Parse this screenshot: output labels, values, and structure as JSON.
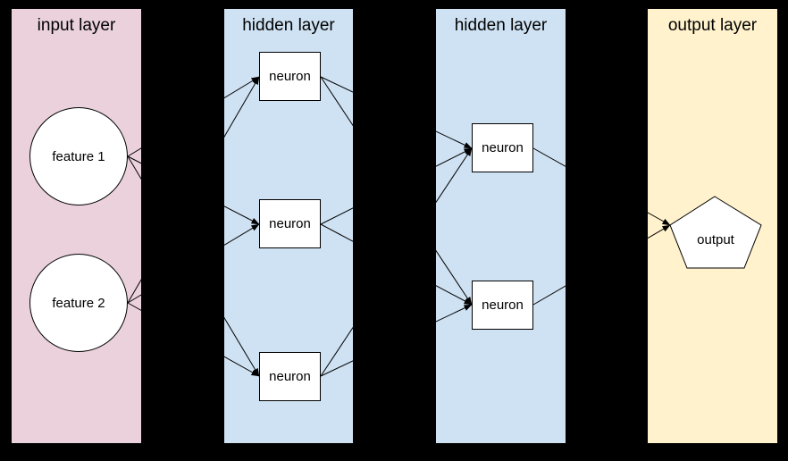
{
  "diagram": {
    "background": "#000000",
    "node_fill": "#ffffff",
    "node_border": "#000000",
    "line_color": "#000000",
    "layers": [
      {
        "title": "input layer",
        "color": "#ead1dc",
        "nodes": [
          {
            "id": "feature-1",
            "label": "feature 1",
            "shape": "circle"
          },
          {
            "id": "feature-2",
            "label": "feature 2",
            "shape": "circle"
          }
        ]
      },
      {
        "title": "hidden layer",
        "color": "#cfe2f3",
        "nodes": [
          {
            "id": "hidden1-neuron-1",
            "label": "neuron",
            "shape": "rect"
          },
          {
            "id": "hidden1-neuron-2",
            "label": "neuron",
            "shape": "rect"
          },
          {
            "id": "hidden1-neuron-3",
            "label": "neuron",
            "shape": "rect"
          }
        ]
      },
      {
        "title": "hidden layer",
        "color": "#cfe2f3",
        "nodes": [
          {
            "id": "hidden2-neuron-1",
            "label": "neuron",
            "shape": "rect"
          },
          {
            "id": "hidden2-neuron-2",
            "label": "neuron",
            "shape": "rect"
          }
        ]
      },
      {
        "title": "output layer",
        "color": "#fff2cc",
        "nodes": [
          {
            "id": "output-1",
            "label": "output",
            "shape": "pentagon"
          }
        ]
      }
    ],
    "connections": [
      {
        "from": "feature-1",
        "to": "hidden1-neuron-1"
      },
      {
        "from": "feature-1",
        "to": "hidden1-neuron-2"
      },
      {
        "from": "feature-1",
        "to": "hidden1-neuron-3"
      },
      {
        "from": "feature-2",
        "to": "hidden1-neuron-1"
      },
      {
        "from": "feature-2",
        "to": "hidden1-neuron-2"
      },
      {
        "from": "feature-2",
        "to": "hidden1-neuron-3"
      },
      {
        "from": "hidden1-neuron-1",
        "to": "hidden2-neuron-1"
      },
      {
        "from": "hidden1-neuron-1",
        "to": "hidden2-neuron-2"
      },
      {
        "from": "hidden1-neuron-2",
        "to": "hidden2-neuron-1"
      },
      {
        "from": "hidden1-neuron-2",
        "to": "hidden2-neuron-2"
      },
      {
        "from": "hidden1-neuron-3",
        "to": "hidden2-neuron-1"
      },
      {
        "from": "hidden1-neuron-3",
        "to": "hidden2-neuron-2"
      },
      {
        "from": "hidden2-neuron-1",
        "to": "output-1"
      },
      {
        "from": "hidden2-neuron-2",
        "to": "output-1"
      }
    ]
  }
}
